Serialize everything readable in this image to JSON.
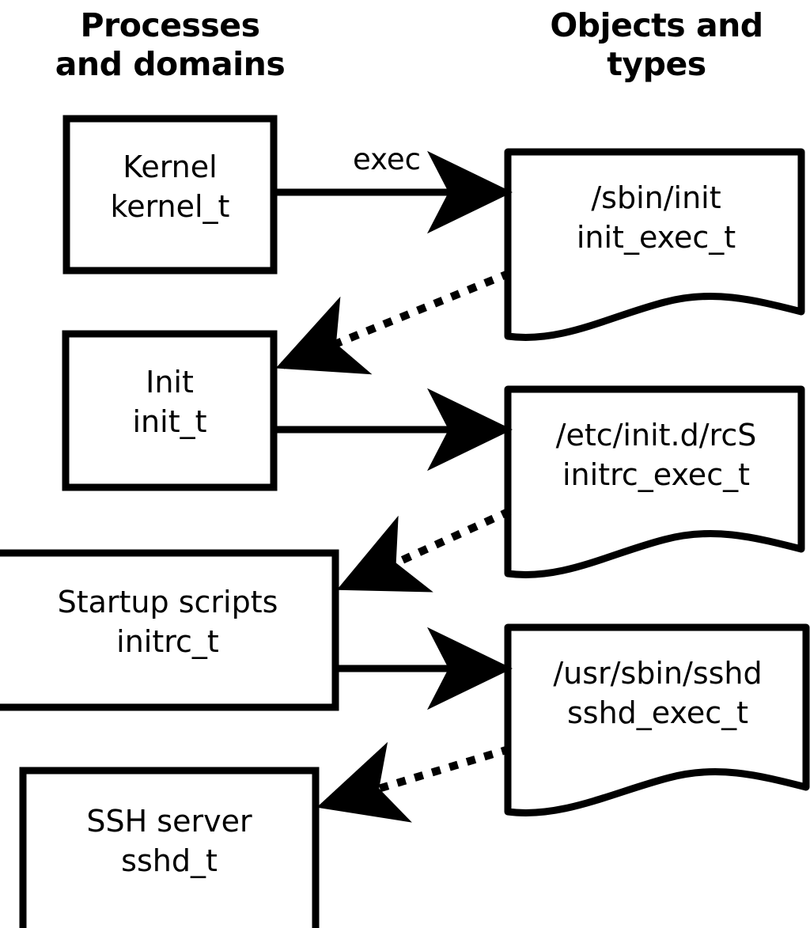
{
  "diagram": {
    "title_left": "Processes\nand domains",
    "title_right": "Objects and\ntypes",
    "bg_color": "#ffffff",
    "stroke_color": "#000000"
  },
  "processes": [
    {
      "id": "kernel",
      "name": "Kernel",
      "type": "kernel_t",
      "label": "Kernel\nkernel_t"
    },
    {
      "id": "init",
      "name": "Init",
      "type": "init_t",
      "label": "Init\ninit_t"
    },
    {
      "id": "initrc",
      "name": "Startup scripts",
      "type": "initrc_t",
      "label": "Startup scripts\ninitrc_t"
    },
    {
      "id": "sshd",
      "name": "SSH server",
      "type": "sshd_t",
      "label": "SSH server\nsshd_t"
    }
  ],
  "objects": [
    {
      "id": "init_exec",
      "path": "/sbin/init",
      "type": "init_exec_t",
      "label": "/sbin/init\ninit_exec_t"
    },
    {
      "id": "initrc_exec",
      "path": "/etc/init.d/rcS",
      "type": "initrc_exec_t",
      "label": "/etc/init.d/rcS\ninitrc_exec_t"
    },
    {
      "id": "sshd_exec",
      "path": "/usr/sbin/sshd",
      "type": "sshd_exec_t",
      "label": "/usr/sbin/sshd\nsshd_exec_t"
    }
  ],
  "edges": [
    {
      "id": "kernel-to-init-exec",
      "from": "kernel",
      "to": "init_exec",
      "label": "exec",
      "style": "solid"
    },
    {
      "id": "init-exec-to-init",
      "from": "init_exec",
      "to": "init",
      "label": "",
      "style": "dotted"
    },
    {
      "id": "init-to-initrc-exec",
      "from": "init",
      "to": "initrc_exec",
      "label": "",
      "style": "solid"
    },
    {
      "id": "initrc-exec-to-initrc",
      "from": "initrc_exec",
      "to": "initrc",
      "label": "",
      "style": "dotted"
    },
    {
      "id": "initrc-to-sshd-exec",
      "from": "initrc",
      "to": "sshd_exec",
      "label": "",
      "style": "solid"
    },
    {
      "id": "sshd-exec-to-sshd",
      "from": "sshd_exec",
      "to": "sshd",
      "label": "",
      "style": "dotted"
    }
  ]
}
